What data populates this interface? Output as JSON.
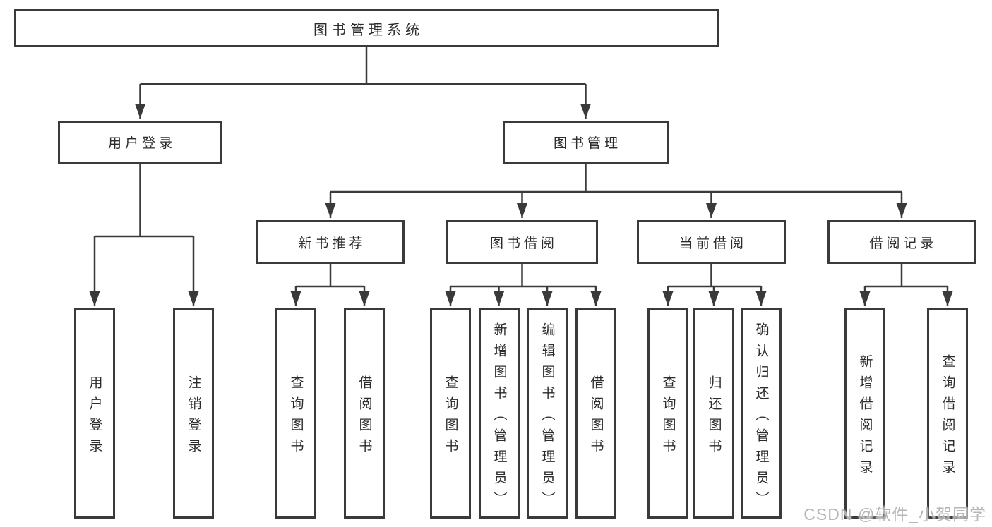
{
  "diagram": {
    "root": {
      "label": "图书管理系统"
    },
    "branches": [
      {
        "label": "用户登录",
        "children": [
          {
            "label": "用户登录"
          },
          {
            "label": "注销登录"
          }
        ]
      },
      {
        "label": "图书管理",
        "children": [
          {
            "label": "新书推荐",
            "children": [
              {
                "label": "查询图书"
              },
              {
                "label": "借阅图书"
              }
            ]
          },
          {
            "label": "图书借阅",
            "children": [
              {
                "label": "查询图书"
              },
              {
                "label": "新增图书（管理员）"
              },
              {
                "label": "编辑图书（管理员）"
              },
              {
                "label": "借阅图书"
              }
            ]
          },
          {
            "label": "当前借阅",
            "children": [
              {
                "label": "查询图书"
              },
              {
                "label": "归还图书"
              },
              {
                "label": "确认归还（管理员）"
              }
            ]
          },
          {
            "label": "借阅记录",
            "children": [
              {
                "label": "新增借阅记录"
              },
              {
                "label": "查询借阅记录"
              }
            ]
          }
        ]
      }
    ]
  },
  "colors": {
    "line": "#3a3a3a",
    "text": "#2b2b2b",
    "watermark": "#aeaeae"
  },
  "watermark": {
    "text": "CSDN @软件_小贺同学"
  }
}
